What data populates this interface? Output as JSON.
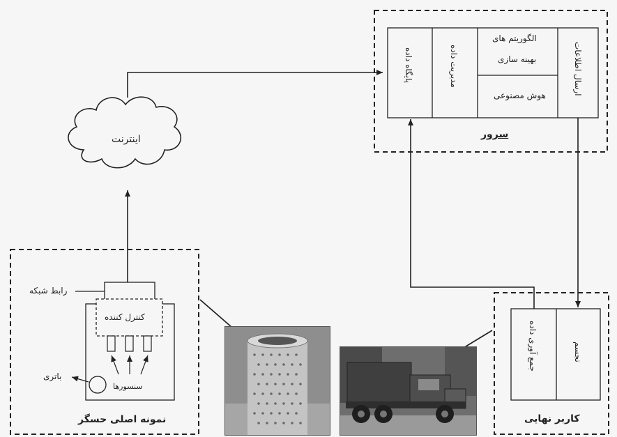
{
  "server": {
    "title": "سرور",
    "database": "پایگاه داده",
    "data_management": "مدیریت داده",
    "optimization_line1": "الگوریتم های",
    "optimization_line2": "بهینه سازی",
    "ai": "هوش مصنوعی",
    "send_info": "ارسال اطلاعات"
  },
  "internet": {
    "label": "اینترنت"
  },
  "prototype": {
    "title": "نمونه اصلی حسگر",
    "network_interface": "رابط شبکه",
    "controller": "کنترل کننده",
    "sensors": "سنسورها",
    "battery": "باتری"
  },
  "end_user": {
    "title": "کاربر نهایی",
    "data_collection": "جمع آوری داده",
    "visualization": "تجسم"
  },
  "colors": {
    "line": "#222222",
    "background": "#f6f6f6"
  },
  "icons": {
    "internet": "cloud-icon",
    "battery": "battery-circle-icon",
    "bin_photo": "trash-bin-photo",
    "truck_photo": "garbage-truck-photo"
  }
}
